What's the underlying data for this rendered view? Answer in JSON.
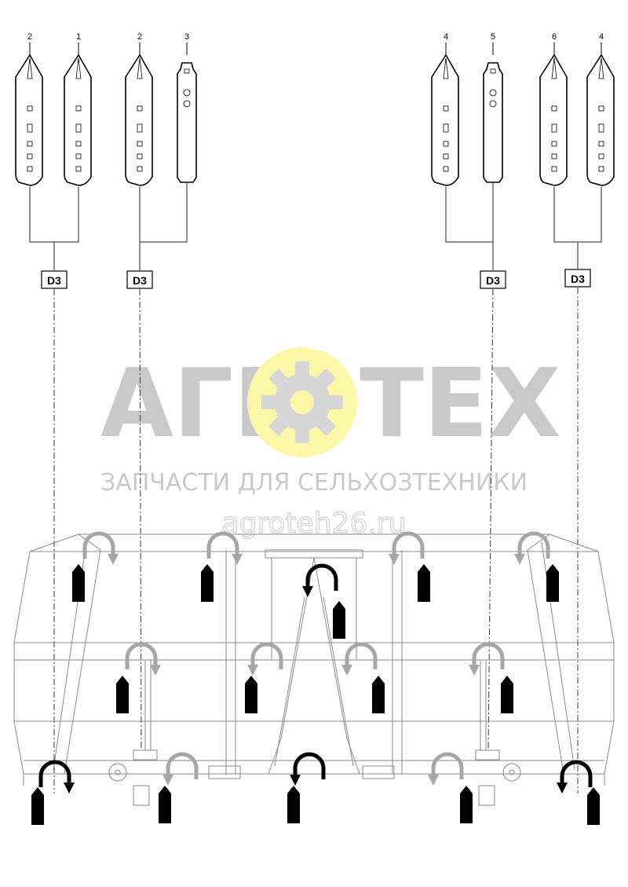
{
  "parts": [
    {
      "number": "2",
      "kind": "tooth"
    },
    {
      "number": "1",
      "kind": "tooth"
    },
    {
      "number": "2",
      "kind": "tooth"
    },
    {
      "number": "3",
      "kind": "bracket"
    },
    {
      "number": "4",
      "kind": "tooth"
    },
    {
      "number": "5",
      "kind": "bracket"
    },
    {
      "number": "6",
      "kind": "tooth"
    },
    {
      "number": "4",
      "kind": "tooth"
    }
  ],
  "groups": [
    {
      "label": "D3"
    },
    {
      "label": "D3"
    },
    {
      "label": "D3"
    },
    {
      "label": "D3"
    }
  ],
  "watermark": {
    "brand_left": "АГР",
    "brand_right": "ТЕХ",
    "subtitle": "ЗАПЧАСТИ ДЛЯ СЕЛЬХОЗТЕХНИКИ",
    "url": "agroteh26.ru",
    "colors": {
      "text": "#c9c9c9",
      "gear": "#fbf7a6",
      "gear_inner": "#ffffff"
    }
  },
  "rotation_arrows": [
    {
      "color": "#000000",
      "direction": "clockwise"
    },
    {
      "color": "#a6a6a6",
      "direction": "clockwise"
    },
    {
      "color": "#a6a6a6",
      "direction": "clockwise"
    },
    {
      "color": "#a6a6a6",
      "direction": "clockwise"
    },
    {
      "color": "#a6a6a6",
      "direction": "counterclockwise"
    },
    {
      "color": "#a6a6a6",
      "direction": "counterclockwise"
    },
    {
      "color": "#000000",
      "direction": "counterclockwise"
    }
  ]
}
